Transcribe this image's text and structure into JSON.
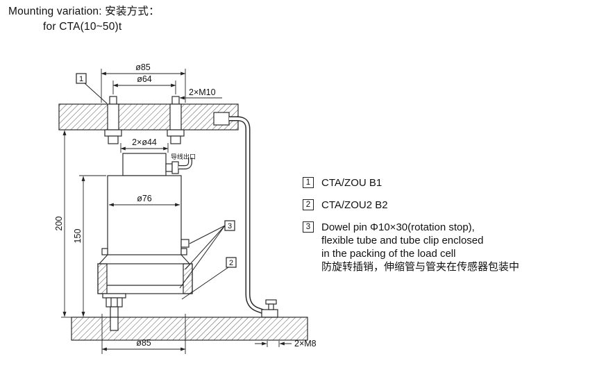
{
  "title": {
    "line1": "Mounting variation: 安装方式：",
    "line2": "for CTA(10~50)t"
  },
  "diagram": {
    "dimensions": {
      "dia85_top": "ø85",
      "dia64": "ø64",
      "m10": "2×M10",
      "dia44": "2×ø44",
      "wire_outlet": "导线出口",
      "dia76": "ø76",
      "height200": "200",
      "height150": "150",
      "dia85_bottom": "ø85",
      "m8": "2×M8"
    },
    "callouts": {
      "c1": "1",
      "c2": "2",
      "c3": "3"
    }
  },
  "legend": {
    "items": [
      {
        "marker": "1",
        "label": "CTA/ZOU B1"
      },
      {
        "marker": "2",
        "label": "CTA/ZOU2 B2"
      },
      {
        "marker": "3",
        "label_lines": [
          "Dowel pin Φ10×30(rotation stop),",
          "flexible tube and tube clip enclosed",
          "in the packing of the load cell",
          "防旋转插销，伸缩管与管夹在传感器包装中"
        ]
      }
    ]
  },
  "colors": {
    "line": "#2a2a2a",
    "background": "#ffffff"
  }
}
